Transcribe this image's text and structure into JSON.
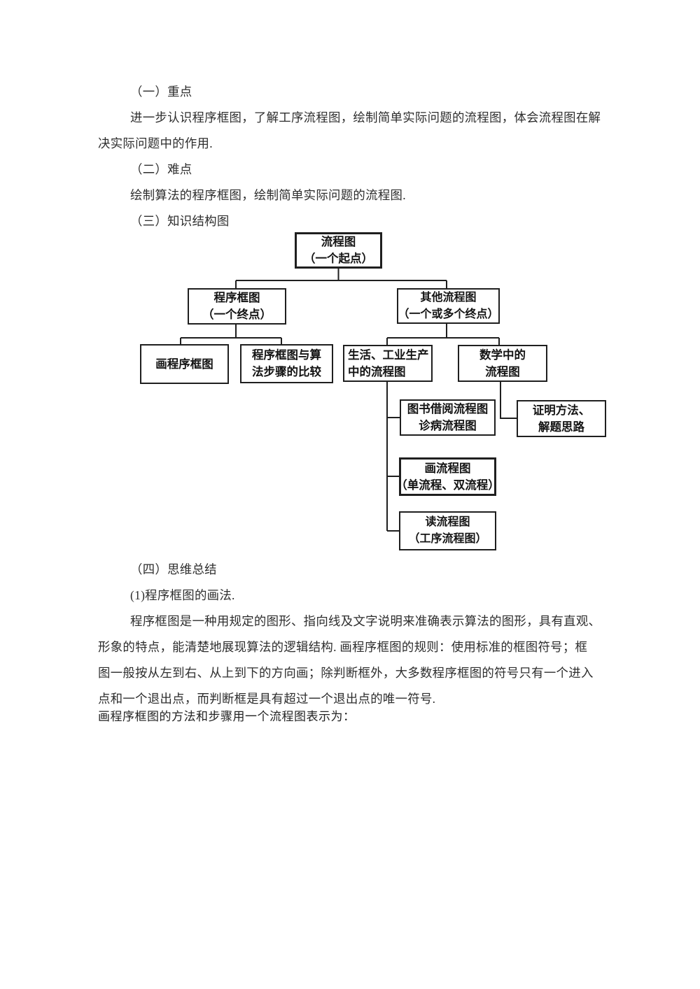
{
  "document": {
    "lines": [
      {
        "text": "（一）重点"
      },
      {
        "text": "进一步认识程序框图，了解工序流程图，绘制简单实际问题的流程图，体会流程图在解"
      },
      {
        "text": "决实际问题中的作用."
      },
      {
        "text": "（二）难点"
      },
      {
        "text": "绘制算法的程序框图，绘制简单实际问题的流程图."
      },
      {
        "text": "（三）知识结构图"
      },
      {
        "text": "（四）思维总结"
      },
      {
        "text": "(1)程序框图的画法."
      },
      {
        "text": "程序框图是一种用规定的图形、指向线及文字说明来准确表示算法的图形，具有直观、"
      },
      {
        "text": "形象的特点，能清楚地展现算法的逻辑结构. 画程序框图的规则：使用标准的框图符号；框"
      },
      {
        "text": "图一般按从左到右、从上到下的方向画；除判断框外，大多数程序框图的符号只有一个进入"
      },
      {
        "text": "点和一个退出点，而判断框是具有超过一个退出点的唯一符号."
      },
      {
        "text": "画程序框图的方法和步骤用一个流程图表示为："
      }
    ]
  },
  "diagram": {
    "title": "知识结构图",
    "border_color": "#1f1f1f",
    "nodes": [
      {
        "id": "flowchart-root",
        "line1": "流程图",
        "line2": "（一个起点）"
      },
      {
        "id": "program-flowchart",
        "line1": "程序框图",
        "line2": "（一个终点）"
      },
      {
        "id": "other-flowchart",
        "line1": "其他流程图",
        "line2": "（一个或多个终点）"
      },
      {
        "id": "draw-program-flowchart",
        "line1": "画程序框图",
        "line2": ""
      },
      {
        "id": "compare-with-algorithm",
        "line1": "程序框图与算",
        "line2": "法步骤的比较"
      },
      {
        "id": "life-industry-flowchart",
        "line1": "生活、工业生产",
        "line2": "中的流程图"
      },
      {
        "id": "math-flowchart",
        "line1": "数学中的",
        "line2": "流程图"
      },
      {
        "id": "library-diagnosis",
        "line1": "图书借阅流程图",
        "line2": "诊病流程图"
      },
      {
        "id": "proof-method",
        "line1": "证明方法、",
        "line2": "解题思路"
      },
      {
        "id": "draw-flowchart",
        "line1": "画流程图",
        "line2": "（单流程、双流程）"
      },
      {
        "id": "read-flowchart",
        "line1": "读流程图",
        "line2": "（工序流程图）"
      }
    ]
  }
}
